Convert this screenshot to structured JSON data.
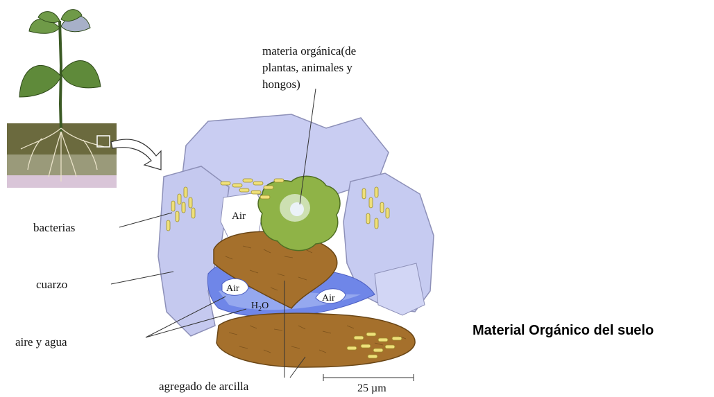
{
  "title": "Material Orgánico del suelo",
  "labels": {
    "organic_line1": "materia orgánica(de",
    "organic_line2": "plantas, animales y",
    "organic_line3": "hongos)",
    "bacteria": "bacterias",
    "quartz": "cuarzo",
    "air_water": "aire y agua",
    "clay": "agregado de arcilla",
    "scale": "25 µm"
  },
  "inline_labels": {
    "air_top": "Air",
    "air_left": "Air",
    "air_right": "Air",
    "water": "H",
    "water_sub": "2",
    "water_o": "O"
  },
  "colors": {
    "quartz": "#c9cdf2",
    "quartz_edge": "#8d90b8",
    "water": "#6f86e8",
    "clay": "#a5702c",
    "organic": "#8fb347",
    "bacteria": "#efe07a",
    "soil": "#6b6a3e",
    "leaf": "#5f8a3a"
  }
}
